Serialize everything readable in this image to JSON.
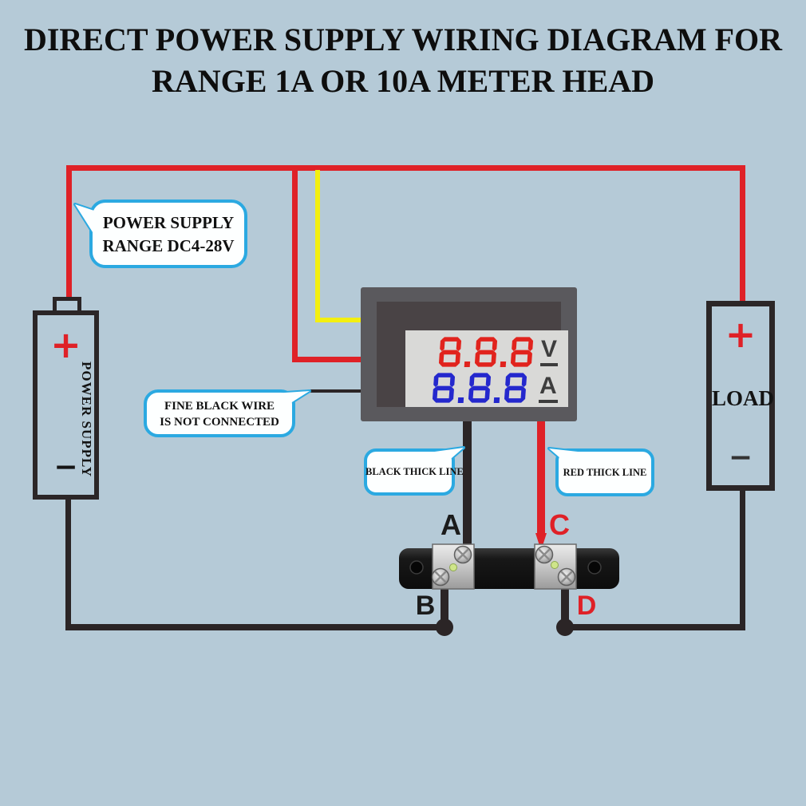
{
  "title": {
    "line1": "DIRECT POWER SUPPLY WIRING DIAGRAM FOR",
    "line2": "RANGE 1A OR 10A METER HEAD"
  },
  "callouts": {
    "power_supply_range": {
      "line1": "POWER SUPPLY",
      "line2": "RANGE DC4-28V"
    },
    "fine_black_wire": {
      "line1": "FINE BLACK WIRE",
      "line2": "IS NOT CONNECTED"
    },
    "black_thick_line": {
      "label": "BLACK THICK LINE"
    },
    "red_thick_line": {
      "label": "RED THICK LINE"
    }
  },
  "power_supply": {
    "plus": "+",
    "label": "POWER SUPPLY",
    "minus": "−"
  },
  "load": {
    "plus": "+",
    "label": "LOAD",
    "minus": "−"
  },
  "meter": {
    "volt_value": "8.8.8",
    "volt_unit": "V",
    "amp_value": "8.8.8",
    "amp_unit": "A"
  },
  "shunt": {
    "terminals": {
      "a": "A",
      "b": "B",
      "c": "C",
      "d": "D"
    }
  },
  "colors": {
    "background": "#b5cad7",
    "wire_red": "#df2127",
    "wire_yellow": "#f3ef10",
    "wire_black": "#2b2526",
    "bubble_border": "#2ba9e1",
    "bubble_fill": "#fdffff",
    "digit_red": "#e1231d",
    "digit_blue": "#2428cd",
    "meter_frame": "#5a595d",
    "meter_bezel": "#494345",
    "meter_display": "#d9d9d7",
    "shunt_body": "#161616"
  }
}
